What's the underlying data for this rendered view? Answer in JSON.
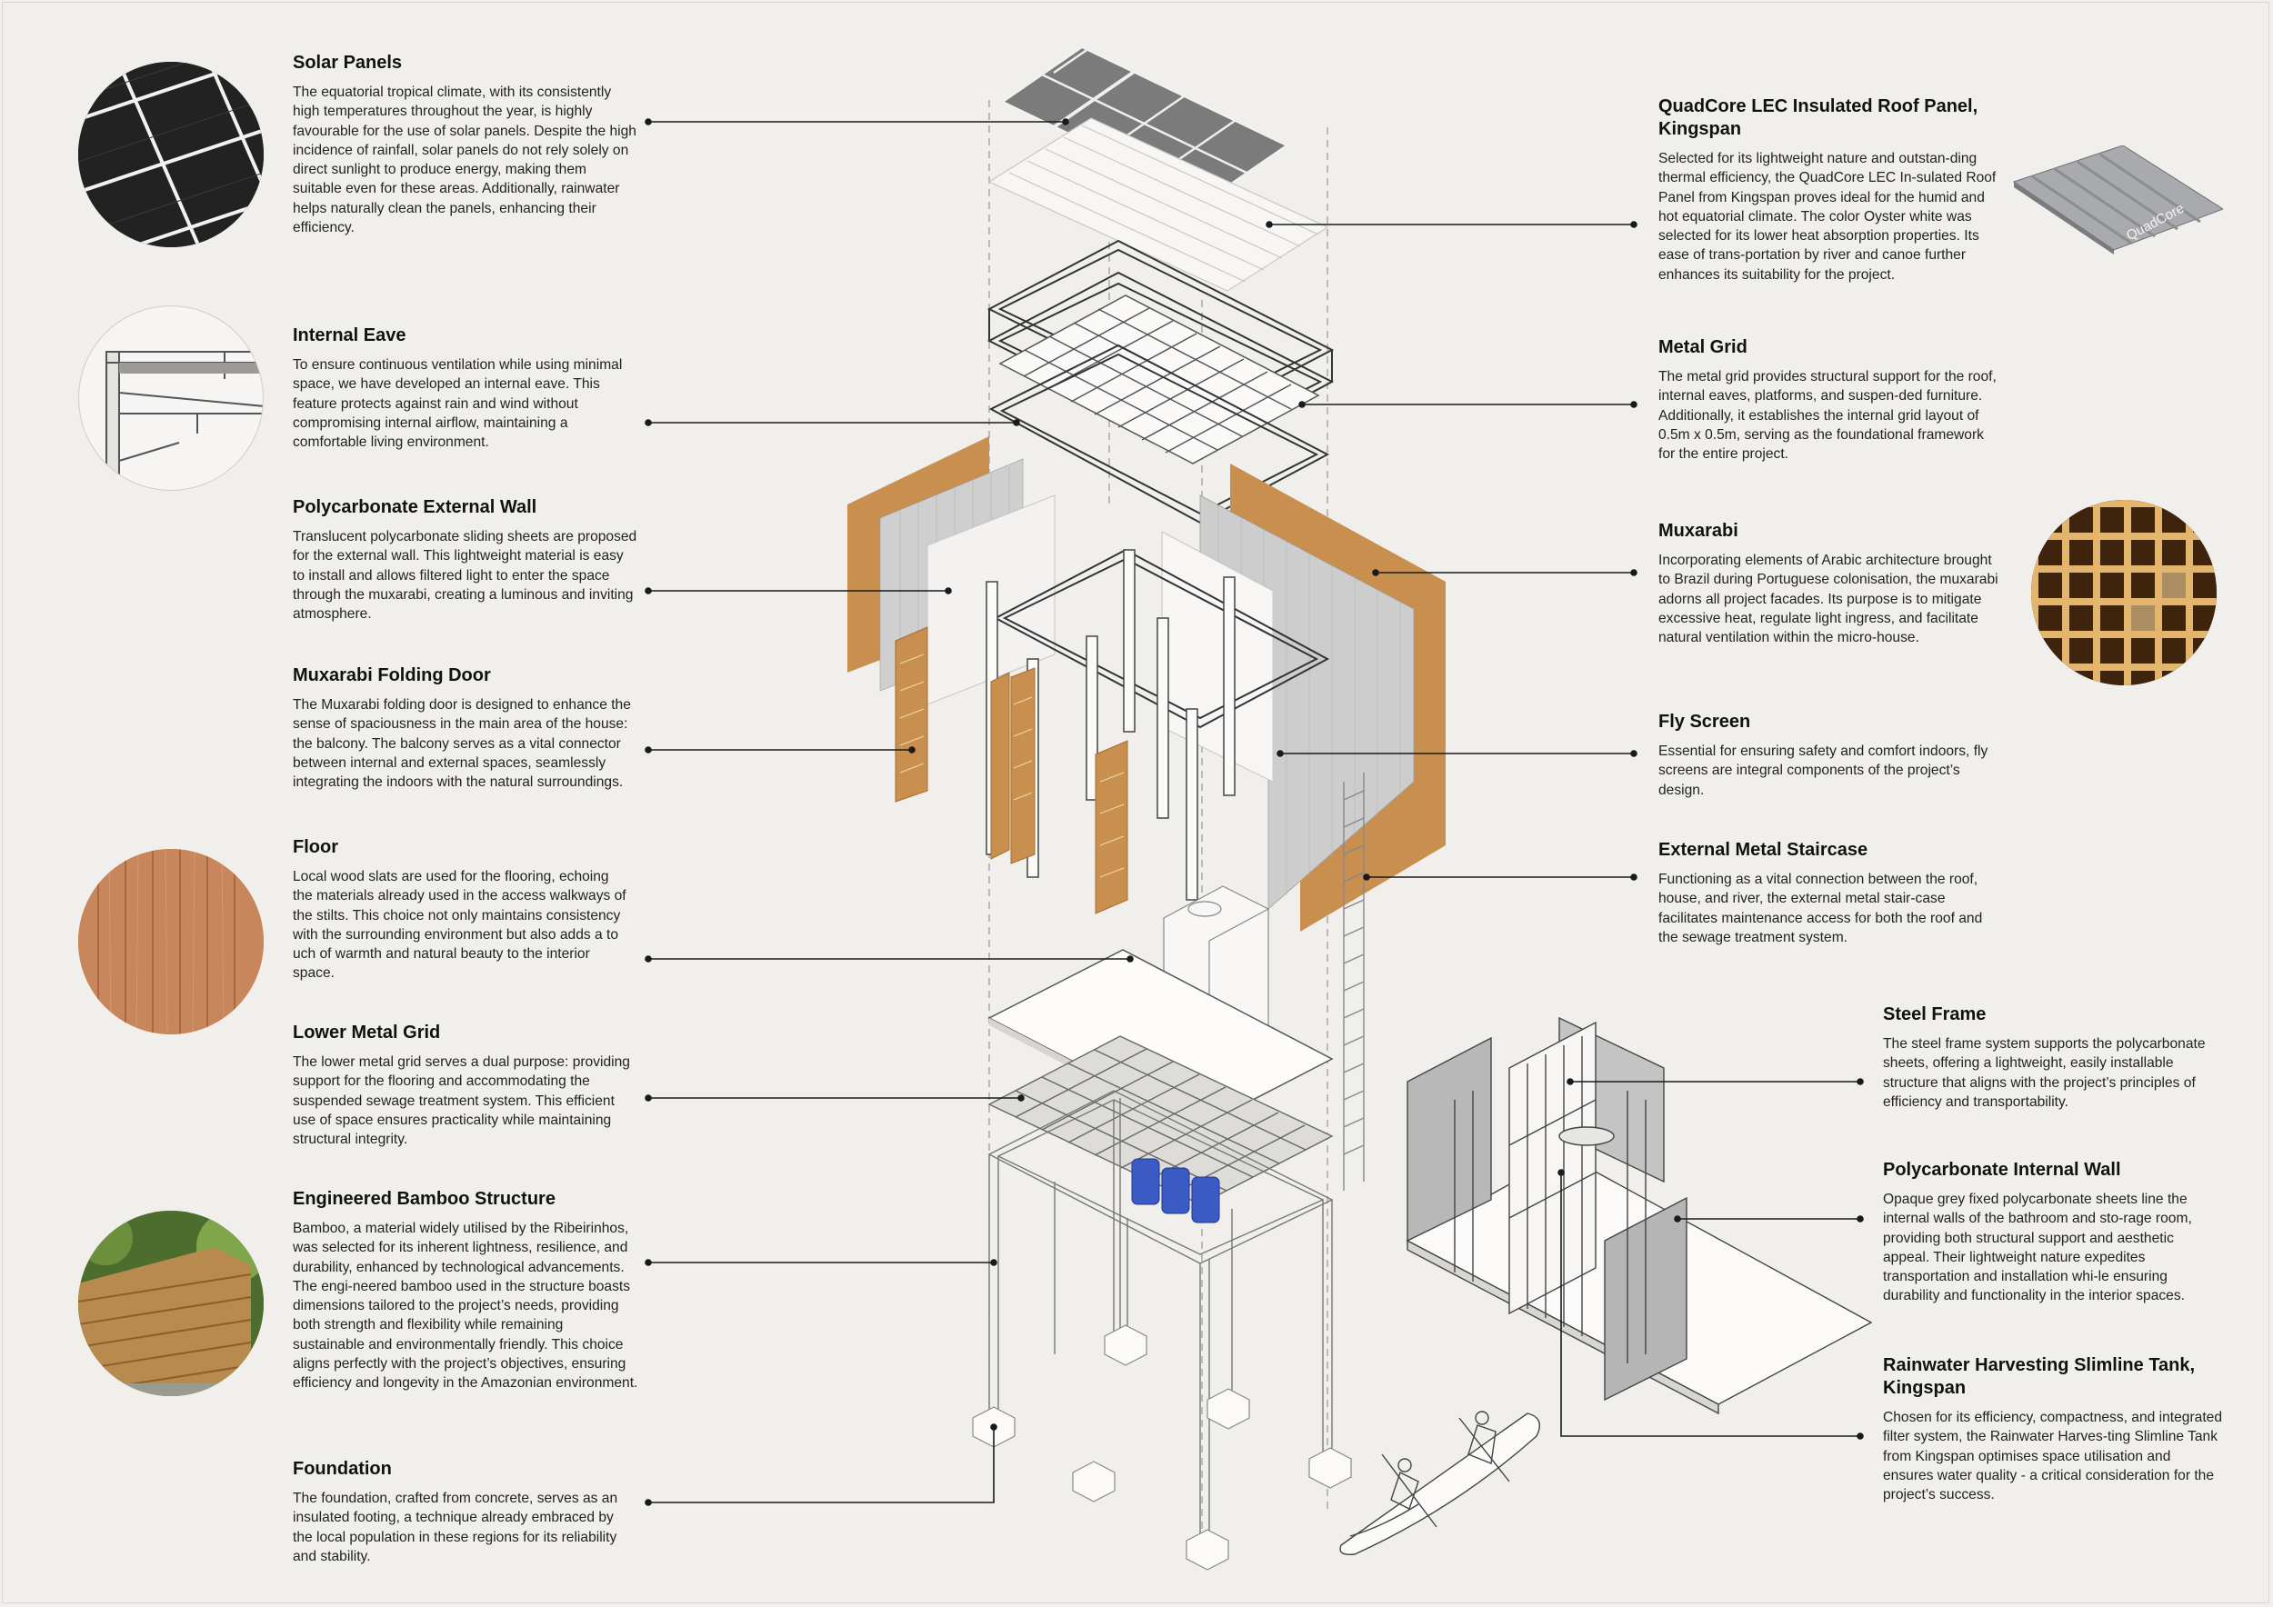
{
  "components": {
    "solar_panels": {
      "title": "Solar Panels",
      "text": "The equatorial tropical climate, with its consistently high temperatures throughout the year, is highly favourable for the use of solar panels. Despite the high incidence of rainfall, solar panels do not rely solely on direct sunlight to produce energy, making them suitable even for these areas. Additionally, rainwater helps naturally clean the panels, enhancing their efficiency."
    },
    "internal_eave": {
      "title": "Internal Eave",
      "text": "To ensure continuous ventilation while using minimal space, we have developed an internal eave. This feature protects against rain and wind without compromising internal airflow, maintaining a comfortable living environment."
    },
    "polycarbonate_external_wall": {
      "title": "Polycarbonate External Wall",
      "text": "Translucent polycarbonate sliding sheets are proposed for the external wall. This lightweight material is easy to install and allows filtered light to enter the space through the muxarabi, creating a luminous and inviting atmosphere."
    },
    "muxarabi_folding_door": {
      "title": "Muxarabi Folding Door",
      "text": "The Muxarabi folding door is designed to enhance the sense of spaciousness in the main area of the house: the balcony. The balcony serves as a vital connector between internal and external spaces, seamlessly integrating the indoors with the natural surroundings."
    },
    "floor": {
      "title": "Floor",
      "text": "Local wood slats are used for the flooring, echoing the materials already used in the access walkways of the stilts. This choice not only maintains consistency with the surrounding environment but also adds a to uch of warmth and natural beauty to the interior space."
    },
    "lower_metal_grid": {
      "title": "Lower Metal Grid",
      "text": "The lower metal grid serves a dual purpose: providing support for the flooring and accommodating the suspended sewage treatment system. This efficient use of space ensures practicality while maintaining structural integrity."
    },
    "engineered_bamboo": {
      "title": "Engineered Bamboo Structure",
      "text": "Bamboo, a material widely utilised by the Ribeirinhos, was selected for its inherent lightness, resilience, and durability, enhanced by technological advancements. The engi-neered bamboo used in the structure boasts dimensions tailored to the project’s needs, providing both strength and flexibility while remaining sustainable and environmentally friendly. This choice aligns perfectly with the project’s objectives, ensuring efficiency and longevity in the Amazonian environment."
    },
    "foundation": {
      "title": "Foundation",
      "text": "The foundation, crafted from concrete, serves as an insulated footing, a technique already embraced by the local population in these regions for its reliability and stability."
    },
    "roof_panel": {
      "title": "QuadCore LEC Insulated Roof Panel, Kingspan",
      "text": "Selected for its lightweight nature and outstan-ding thermal efficiency, the QuadCore LEC In-sulated Roof Panel from Kingspan proves ideal for the humid and hot equatorial climate. The color Oyster white was selected for its lower heat absorption properties. Its ease of trans-portation by river and canoe further enhances its suitability for the project.",
      "product_label": "QuadCore"
    },
    "metal_grid": {
      "title": "Metal Grid",
      "text": "The metal grid provides structural support for the roof, internal eaves, platforms, and suspen-ded furniture. Additionally, it establishes the internal grid layout of 0.5m x 0.5m, serving as the foundational framework for the entire project."
    },
    "muxarabi": {
      "title": "Muxarabi",
      "text": "Incorporating elements of Arabic architecture brought to Brazil during Portuguese colonisation, the muxarabi adorns all project facades. Its purpose is to mitigate excessive heat, regulate light ingress, and facilitate natural ventilation within the micro-house."
    },
    "fly_screen": {
      "title": "Fly Screen",
      "text": "Essential for ensuring safety and comfort indoors, fly screens are integral components of the project’s design."
    },
    "external_staircase": {
      "title": "External Metal Staircase",
      "text": "Functioning as a vital connection between the roof, house, and river, the external metal stair-case facilitates maintenance access for both the roof and the sewage treatment system."
    },
    "steel_frame": {
      "title": "Steel Frame",
      "text": "The steel frame system supports the polycarbonate sheets, offering a lightweight, easily installable structure that aligns with the project’s principles of efficiency and transportability."
    },
    "polycarbonate_internal_wall": {
      "title": "Polycarbonate Internal Wall",
      "text": "Opaque grey fixed polycarbonate sheets line the internal walls of the bathroom and sto-rage room, providing both structural support and aesthetic appeal. Their lightweight nature expedites transportation and installation whi-le ensuring durability and functionality in the interior spaces."
    },
    "rainwater_tank": {
      "title": "Rainwater Harvesting Slimline Tank, Kingspan",
      "text": "Chosen for its efficiency, compactness, and integrated filter system, the Rainwater Harves-ting Slimline Tank from Kingspan optimises space utilisation and ensures water quality - a critical consideration for the project’s success."
    }
  },
  "colors": {
    "background": "#f1efec",
    "muxarabi_wood": "#c98f4e",
    "line": "#1a1a1a",
    "tank_blue": "#3b5bc4",
    "solar_dark": "#2b2b2b"
  }
}
